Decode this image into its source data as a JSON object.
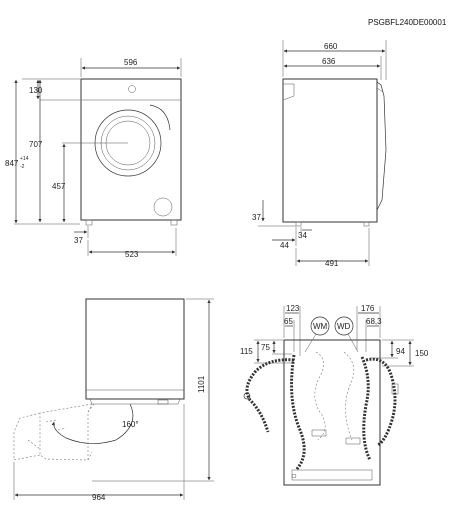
{
  "code": "PSGBFL240DE00001",
  "front": {
    "width": "596",
    "top_h": "130",
    "center_h": "707",
    "total_h": "847",
    "tol_up": "+14",
    "tol_down": "-2",
    "mid_h": "457",
    "foot": "37",
    "foot_span": "523"
  },
  "side": {
    "d660": "660",
    "d636": "636",
    "h37": "37",
    "d34": "34",
    "d44": "44",
    "d491": "491"
  },
  "door": {
    "height": "1101",
    "depth": "964",
    "angle": "160°"
  },
  "rear": {
    "d123": "123",
    "d65": "65",
    "wm": "WM",
    "wd": "WD",
    "d176": "176",
    "d68": "68,3",
    "d115": "115",
    "d75": "75",
    "d94": "94",
    "d150": "150"
  }
}
